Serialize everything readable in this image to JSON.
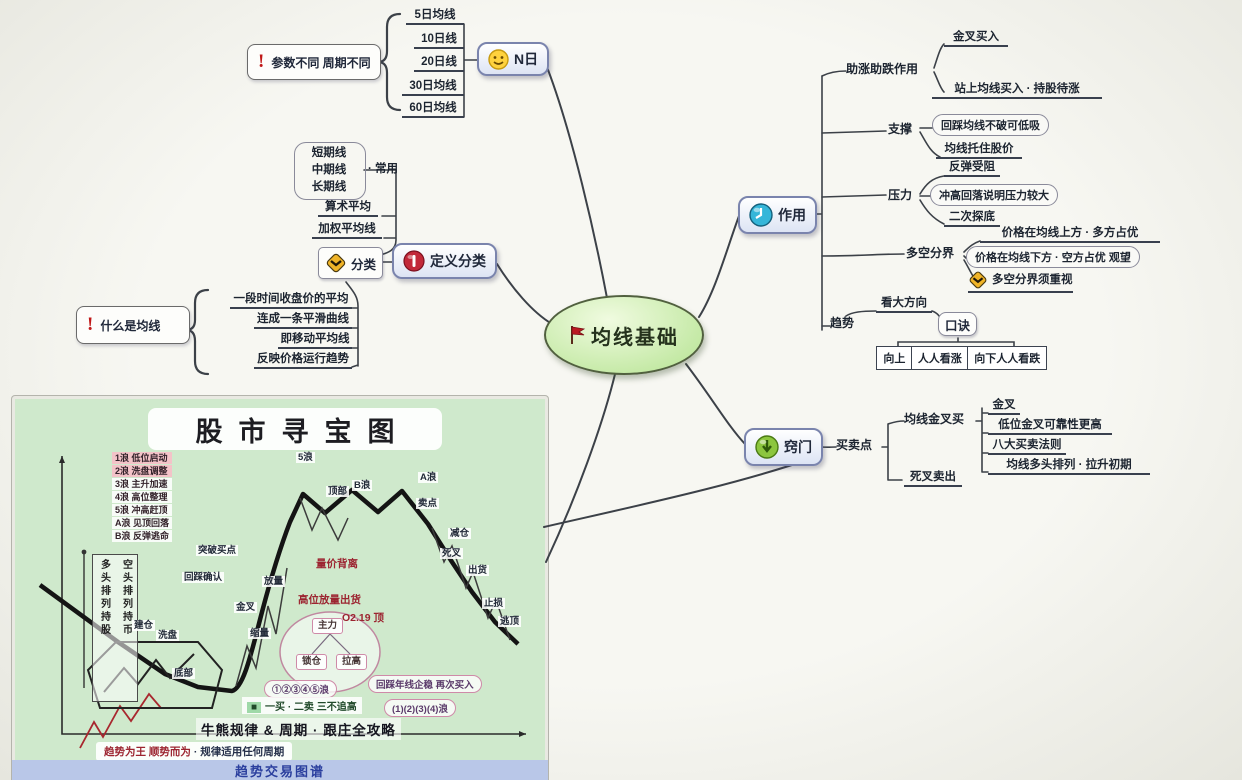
{
  "center": {
    "label": "均线基础",
    "icon": "flag-icon"
  },
  "nday": {
    "warning": "参数不同 周期不同",
    "node": "N日",
    "items": [
      "5日均线",
      "10日线",
      "20日线",
      "30日均线",
      "60日均线"
    ]
  },
  "def": {
    "node": "定义分类",
    "sub": "分类",
    "period_items": [
      "短期线",
      "中期线",
      "长期线"
    ],
    "period_note": "· 常用",
    "algo_items": [
      "算术平均",
      "加权平均线"
    ],
    "warning": "什么是均线",
    "def_items": [
      "一段时间收盘价的平均",
      "连成一条平滑曲线",
      "即移动平均线",
      "反映价格运行趋势"
    ]
  },
  "role": {
    "node": "作用",
    "boost": {
      "label": "助涨助跌作用",
      "c1": "金叉买入",
      "c2": "站上均线买入 · 持股待涨"
    },
    "support": {
      "label": "支撑",
      "box": "回踩均线不破可低吸",
      "line": "均线托住股价"
    },
    "pressure": {
      "label": "压力",
      "c1": "反弹受阻",
      "box": "冲高回落说明压力较大",
      "c3": "二次探底"
    },
    "divide": {
      "label": "多空分界",
      "r1": "价格在均线上方 · 多方占优",
      "r2": "价格在均线下方 · 空方占优 观望",
      "r3": "多空分界须重视"
    },
    "trend": {
      "label": "趋势",
      "top": "看大方向",
      "mini": "口诀",
      "cells": [
        "向上",
        "人人看涨",
        "向下人人看跌"
      ]
    }
  },
  "tips": {
    "node": "窍门",
    "mid": "买卖点",
    "sub": "均线金叉买",
    "items": [
      "金叉",
      "低位金叉可靠性更高",
      "八大买卖法则",
      "均线多头排列 · 拉升初期"
    ],
    "bottom": "死叉卖出"
  },
  "inset": {
    "title": "股市寻宝图",
    "legend": [
      "1浪 低位启动",
      "2浪 洗盘调整",
      "3浪 主升加速",
      "4浪 高位整理",
      "5浪 冲高赶顶",
      "A浪 见顶回落",
      "B浪 反弹逃命"
    ],
    "vbox_left": "多头排列持股",
    "vbox_right": "空头排列持币",
    "labels": [
      "5浪",
      "B浪",
      "突破买点",
      "回踩确认",
      "金叉",
      "洗盘",
      "建仓",
      "底部",
      "顶部",
      "卖点",
      "减仓",
      "死叉",
      "出货",
      "止损",
      "逃顶",
      "放量",
      "缩量",
      "A浪"
    ],
    "red_labels": [
      "量价背离",
      "高位放量出货",
      "O2.19 顶"
    ],
    "ellipse": {
      "top": "主力",
      "left": "锁仓",
      "right": "拉高"
    },
    "pink_labels": [
      "①②③④⑤浪",
      "回踩年线企稳 再次买入",
      "(1)(2)(3)(4)浪"
    ],
    "green_label": "一买 · 二卖 三不追高",
    "bold_caption": "牛熊规律 & 周期 · 跟庄全攻略",
    "bottom_caption_red": "趋势为王 顺势而为",
    "bottom_caption_dark": " · 规律适用任何周期",
    "watermark": "趋势交易图谱"
  },
  "colors": {
    "accent_green": "#b5e391",
    "node_border": "#7a84ad",
    "line": "#3c3c3c",
    "red": "#9c2430",
    "inset_bg": "#cfe9cc",
    "strip_bg": "#b9c7e8"
  }
}
